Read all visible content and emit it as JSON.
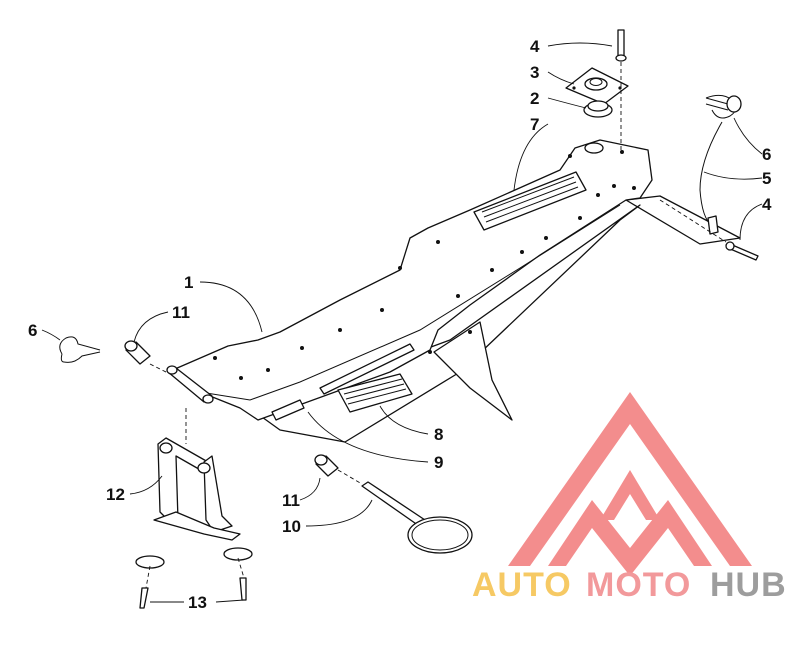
{
  "callouts": [
    {
      "id": "c4a",
      "text": "4"
    },
    {
      "id": "c3",
      "text": "3"
    },
    {
      "id": "c2",
      "text": "2"
    },
    {
      "id": "c7",
      "text": "7"
    },
    {
      "id": "c6a",
      "text": "6"
    },
    {
      "id": "c5",
      "text": "5"
    },
    {
      "id": "c4b",
      "text": "4"
    },
    {
      "id": "c1",
      "text": "1"
    },
    {
      "id": "c11a",
      "text": "11"
    },
    {
      "id": "c6b",
      "text": "6"
    },
    {
      "id": "c8",
      "text": "8"
    },
    {
      "id": "c9",
      "text": "9"
    },
    {
      "id": "c12",
      "text": "12"
    },
    {
      "id": "c11b",
      "text": "11"
    },
    {
      "id": "c10",
      "text": "10"
    },
    {
      "id": "c13",
      "text": "13"
    }
  ],
  "watermark": {
    "text_auto": "AUTO",
    "text_moto": "MOTO",
    "text_hub": "HUB",
    "color_auto": "#f5c04a",
    "color_moto": "#f0888a",
    "color_hub": "#8c8c8c",
    "logo_color": "#f27a7a"
  }
}
